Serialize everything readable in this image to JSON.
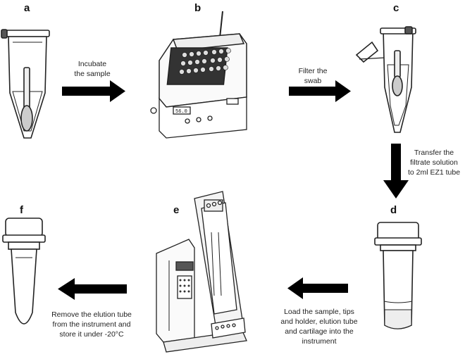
{
  "panels": {
    "a": {
      "letter": "a"
    },
    "b": {
      "letter": "b"
    },
    "c": {
      "letter": "c"
    },
    "d": {
      "letter": "d"
    },
    "e": {
      "letter": "e"
    },
    "f": {
      "letter": "f"
    }
  },
  "steps": {
    "a_to_b": {
      "line1": "Incubate",
      "line2": "the sample"
    },
    "b_to_c": {
      "line1": "Filter the",
      "line2": "swab"
    },
    "c_to_d": {
      "line1": "Transfer the",
      "line2": "filtrate solution",
      "line3": "to 2ml EZ1 tube"
    },
    "d_to_e": {
      "line1": "Load the sample, tips",
      "line2": "and holder, elution tube",
      "line3": "and cartilage into the",
      "line4": "instrument"
    },
    "e_to_f": {
      "line1": "Remove the elution tube",
      "line2": "from the instrument and",
      "line3": "store it under -20°C"
    }
  },
  "instrument_b": {
    "display": "56.0"
  },
  "colors": {
    "arrow": "#000000",
    "ink": "#222222"
  }
}
